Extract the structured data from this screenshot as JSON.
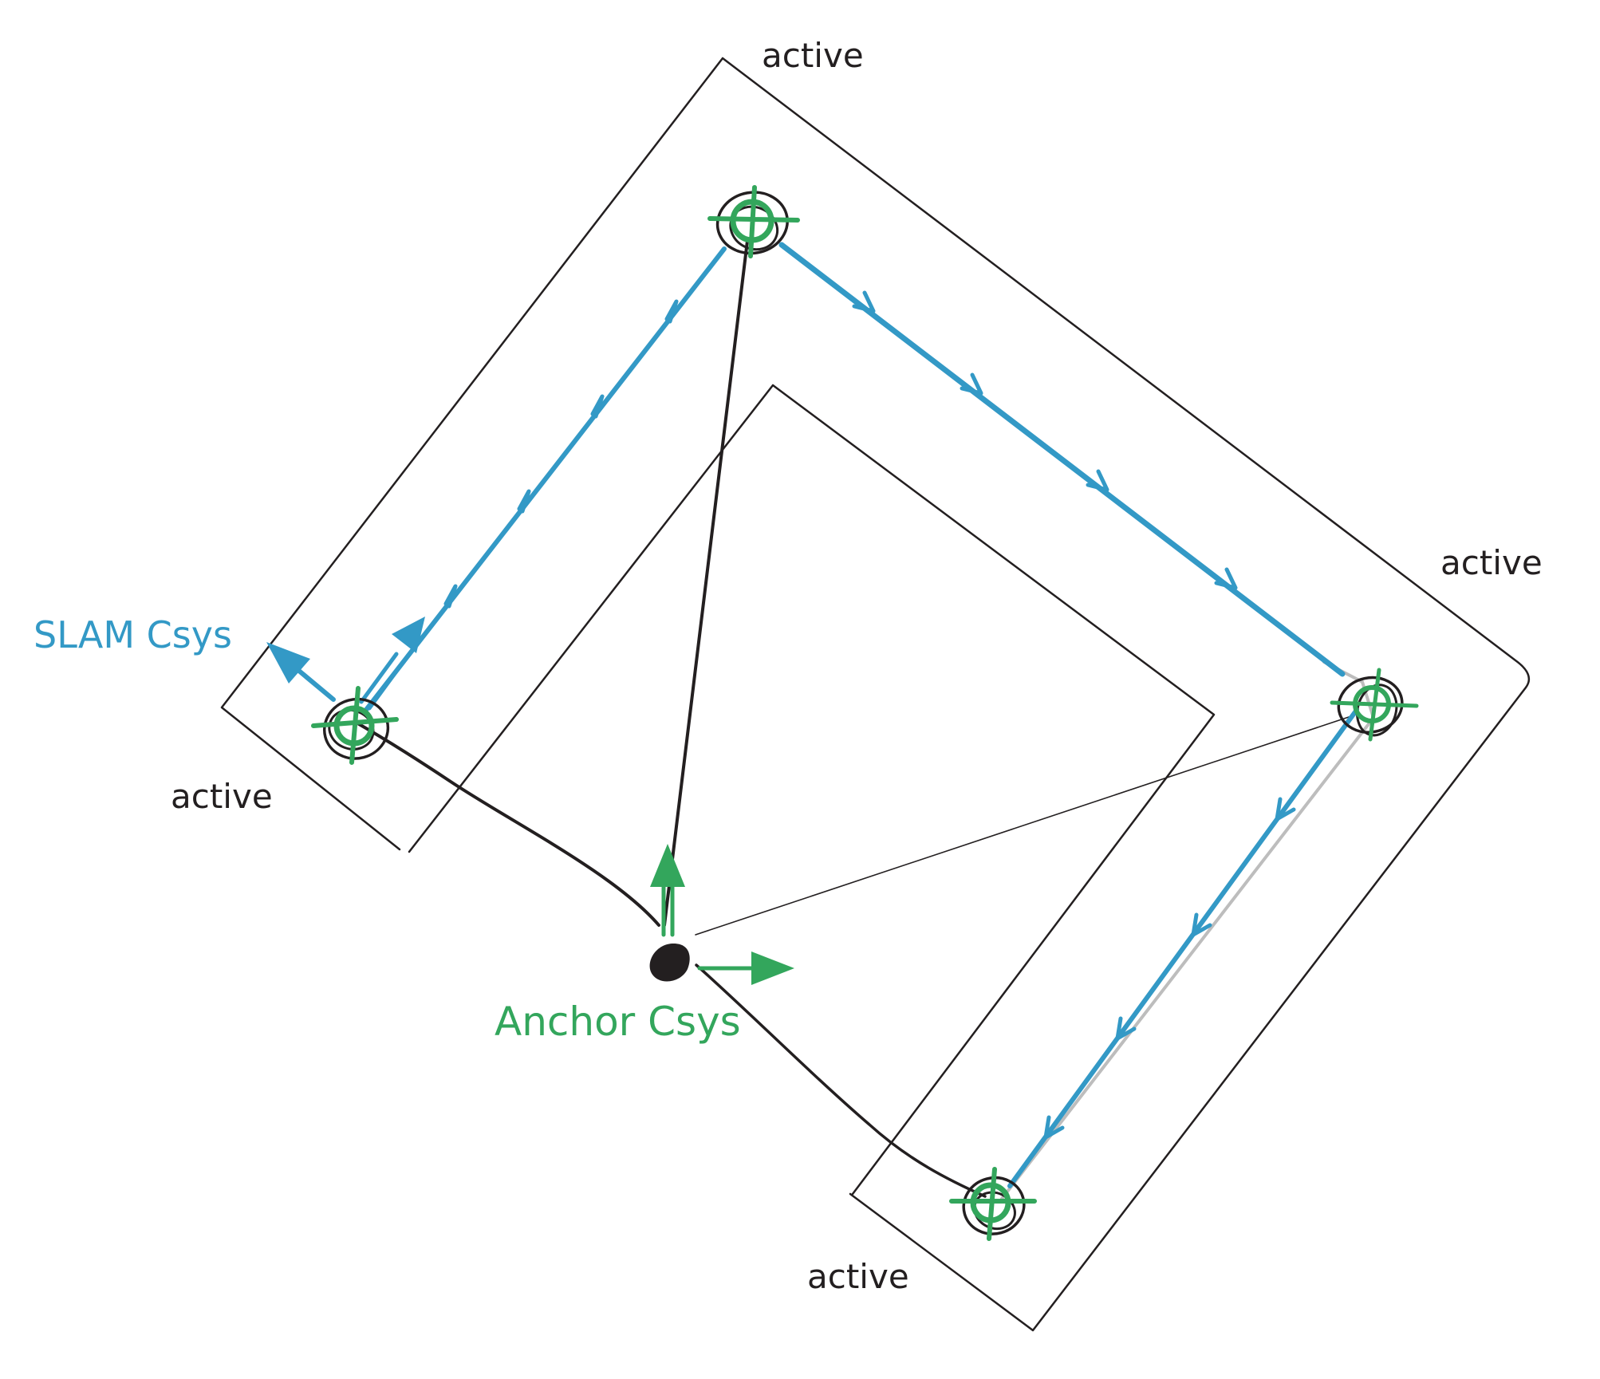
{
  "labels": {
    "active_top": "active",
    "active_right": "active",
    "active_left": "active",
    "active_bottom": "active",
    "slam_csys": "SLAM Csys",
    "anchor_csys": "Anchor Csys"
  },
  "colors": {
    "ink": "#231f20",
    "path_blue": "#3399c6",
    "anchor_green": "#33a65c",
    "grey": "#bdbdbd"
  },
  "icons": {
    "waypoint": "crosshair-target-icon",
    "anchor": "anchor-dot-icon",
    "axis_arrow": "arrow-icon"
  }
}
